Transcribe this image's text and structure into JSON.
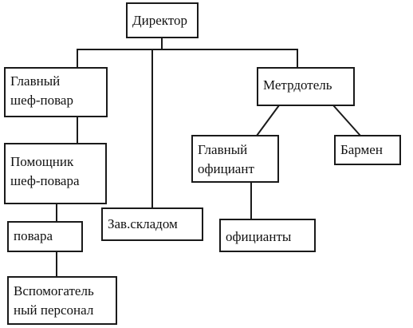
{
  "org_chart": {
    "director": "Директор",
    "head_chef": [
      "Главный",
      "шеф-повар"
    ],
    "assistant_chef": [
      "Помощник",
      "шеф-повара"
    ],
    "cooks": "повара",
    "support_staff": [
      "Вспомогатель",
      "ный персонал"
    ],
    "warehouse_manager": "Зав.складом",
    "maitre_d": "Метрдотель",
    "head_waiter": [
      "Главный",
      "официант"
    ],
    "bartender": "Бармен",
    "waiters": "официанты"
  }
}
